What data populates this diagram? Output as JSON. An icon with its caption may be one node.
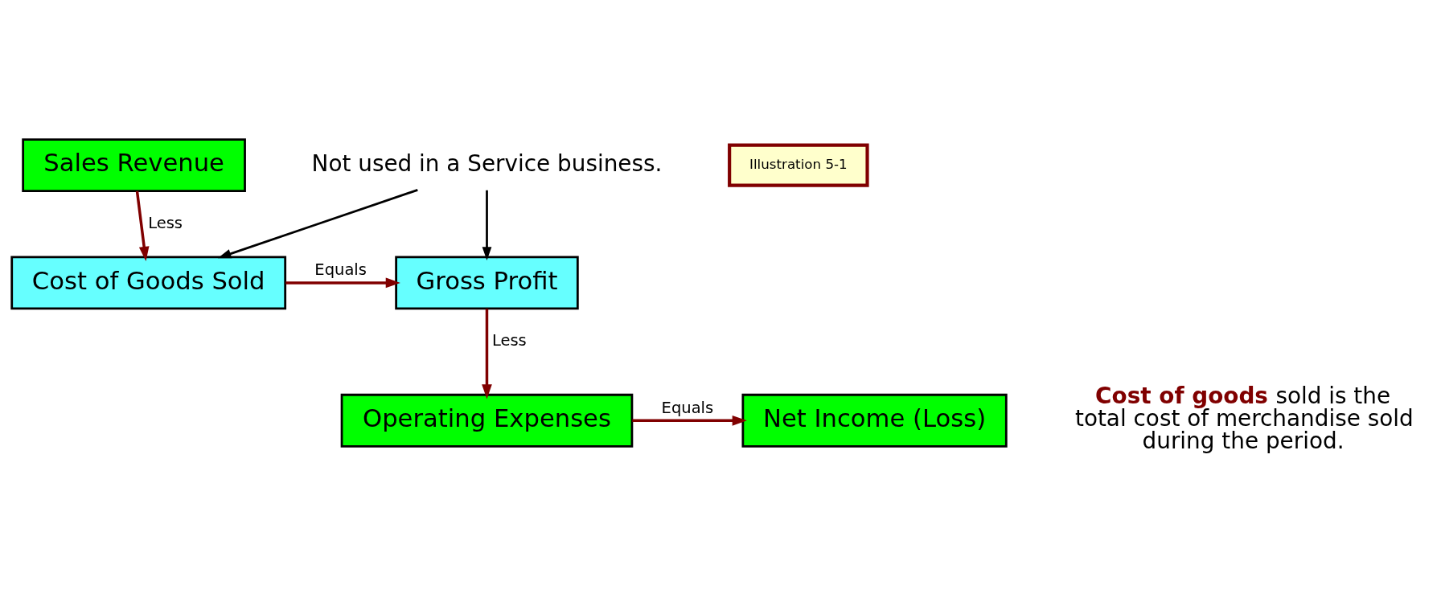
{
  "diagram": {
    "nodes": [
      {
        "text": [
          "Sales Revenue"
        ]
      },
      {
        "text": [
          "Cost of Goods Sold"
        ]
      },
      {
        "text": [
          "Gross Profit"
        ]
      },
      {
        "text": [
          "Operating Expenses"
        ]
      },
      {
        "text": [
          "Net Income (Loss)"
        ]
      },
      {
        "text": [
          "Not used in a Service business."
        ]
      },
      {
        "text": [
          "Illustration 5-1"
        ]
      }
    ],
    "edges": [
      {
        "from": 0,
        "to": 1,
        "arrow": "to",
        "label": "Less"
      },
      {
        "from": 1,
        "to": 2,
        "arrow": "to",
        "label": "Equals"
      },
      {
        "from": 2,
        "to": 3,
        "arrow": "to",
        "label": "Less"
      },
      {
        "from": 3,
        "to": 4,
        "arrow": "to",
        "label": "Equals"
      },
      {
        "from": 5,
        "to": 1,
        "arrow": "to",
        "color": "#000000"
      },
      {
        "from": 5,
        "to": 2,
        "arrow": "to",
        "color": "#000000"
      }
    ],
    "labels": [
      "**Cost of goods** sold is the total cost of merchandise sold during the period."
    ]
  }
}
